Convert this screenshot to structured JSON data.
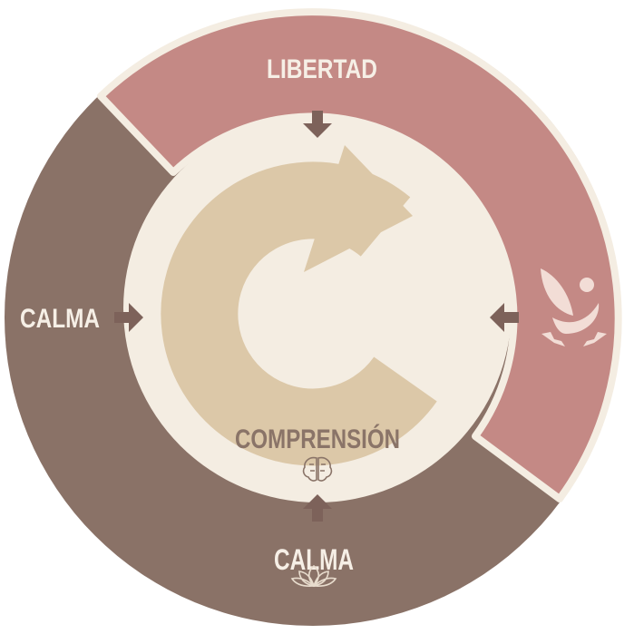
{
  "diagram": {
    "top_label": "LIBERTAD",
    "left_label": "CALMA",
    "bottom_label": "CALMA",
    "center_label": "COMPRENSIÓN"
  },
  "icons": {
    "right": "freedom-figure-icon",
    "center": "brain-icon",
    "bottom": "lotus-icon"
  },
  "colors": {
    "pink_segment": "#c48985",
    "brown_segment": "#8a7267",
    "inner_circle": "#f4ede2",
    "cycle_arrow": "#dcc8a8",
    "small_arrows": "#7d625a",
    "light_text": "#f6efe6",
    "center_text": "#8a7468"
  }
}
